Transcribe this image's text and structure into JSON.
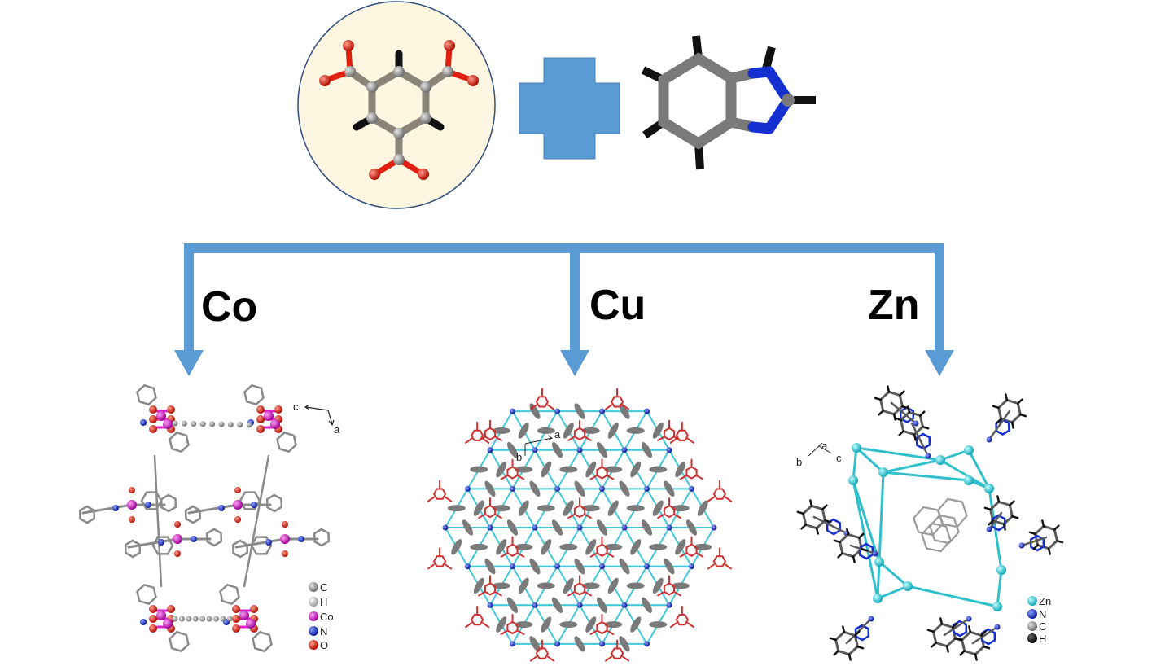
{
  "metals": [
    {
      "label": "Co"
    },
    {
      "label": "Cu"
    },
    {
      "label": "Zn"
    }
  ],
  "co_axes": {
    "c": "c",
    "a": "a"
  },
  "cu_axes": {
    "a": "a",
    "b": "b"
  },
  "zn_axes": {
    "a": "a",
    "b": "b",
    "c": "c"
  },
  "co_legend": [
    {
      "label": "C",
      "color": "#8c8c8c"
    },
    {
      "label": "H",
      "color": "#d9d9d9"
    },
    {
      "label": "Co",
      "color": "#e020d0"
    },
    {
      "label": "N",
      "color": "#1030d0"
    },
    {
      "label": "O",
      "color": "#e02010"
    }
  ],
  "zn_legend": [
    {
      "label": "Zn",
      "color": "#20d8e0"
    },
    {
      "label": "N",
      "color": "#1030d0"
    },
    {
      "label": "C",
      "color": "#8c8c8c"
    },
    {
      "label": "H",
      "color": "#111111"
    }
  ],
  "colors": {
    "arrow": "#5b9bd5",
    "plus": "#5b9bd5",
    "circle_fill": "#fef6e0",
    "circle_stroke": "#2f4f7f",
    "carbon": "#8c8c8c",
    "oxygen": "#e02010",
    "nitrogen": "#1030d0",
    "hydrogen": "#222222",
    "cobalt": "#e020d0",
    "zinc": "#20d8e0",
    "cu_link": "#40c8d8",
    "cu_linker": "#d03030"
  }
}
